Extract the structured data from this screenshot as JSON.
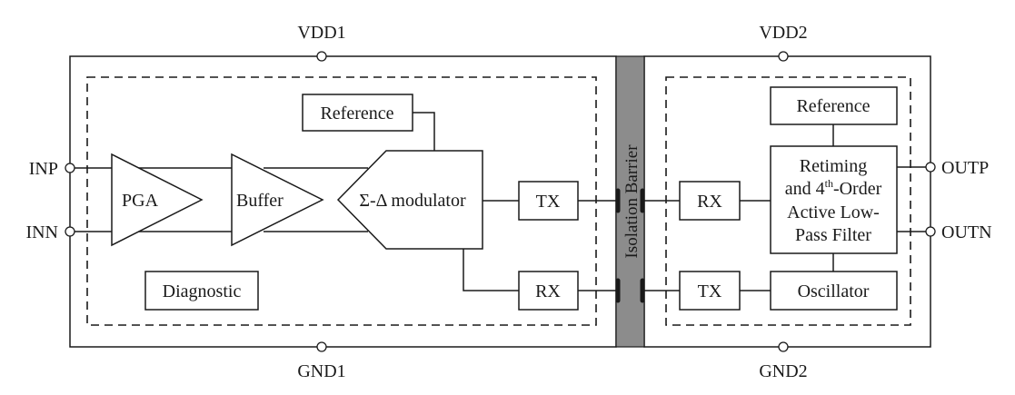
{
  "pins": {
    "vdd1": "VDD1",
    "vdd2": "VDD2",
    "gnd1": "GND1",
    "gnd2": "GND2",
    "inp": "INP",
    "inn": "INN",
    "outp": "OUTP",
    "outn": "OUTN"
  },
  "blocks": {
    "reference_left": "Reference",
    "pga": "PGA",
    "buffer": "Buffer",
    "modulator": "Σ-Δ modulator",
    "tx_left": "TX",
    "rx_left": "RX",
    "diagnostic": "Diagnostic",
    "isolation_barrier": "Isolation Barrier",
    "rx_right": "RX",
    "tx_right": "TX",
    "reference_right": "Reference",
    "filter_line1": "Retiming",
    "filter_line2_pre": "and 4",
    "filter_line2_sup": "th",
    "filter_line2_post": "-Order",
    "filter_line3": "Active Low-",
    "filter_line4": "Pass Filter",
    "oscillator": "Oscillator"
  },
  "colors": {
    "barrier_fill": "#8c8c8c",
    "stroke": "#1a1a1a"
  }
}
